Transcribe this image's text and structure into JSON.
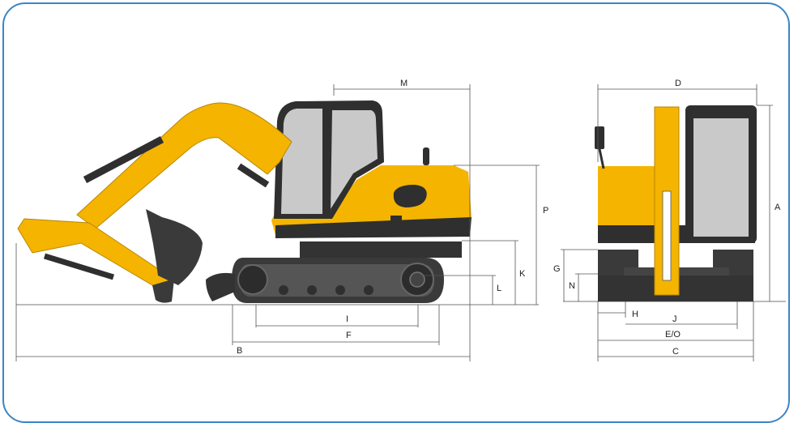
{
  "colors": {
    "frame": "#3b86c6",
    "body_yellow": "#f4b400",
    "body_yellow_dark": "#d99a00",
    "machine_dark": "#2f2f2f",
    "track": "#3a3a3a",
    "glass": "#c9c9c9",
    "dimension_line": "#555555"
  },
  "dimensions": {
    "A": "A",
    "B": "B",
    "C": "C",
    "D": "D",
    "EO": "E/O",
    "F": "F",
    "G": "G",
    "H": "H",
    "I": "I",
    "J": "J",
    "K": "K",
    "L": "L",
    "M": "M",
    "N": "N",
    "P": "P"
  }
}
